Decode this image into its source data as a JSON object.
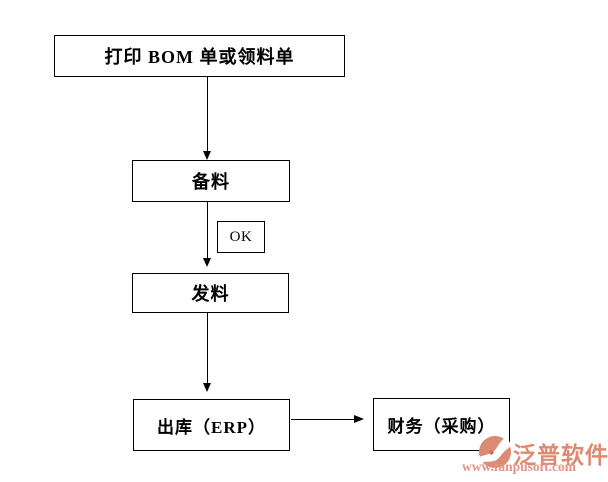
{
  "canvas": {
    "background": "#ffffff",
    "line_color": "#000000"
  },
  "flowchart": {
    "nodes": [
      {
        "id": "print-bom-or-requisition",
        "label": "打印 BOM 单或领料单"
      },
      {
        "id": "prepare-material",
        "label": "备料"
      },
      {
        "id": "ok-condition",
        "label": "OK"
      },
      {
        "id": "issue-material",
        "label": "发料"
      },
      {
        "id": "stock-out-erp",
        "label": "出库（ERP）"
      },
      {
        "id": "finance-purchase",
        "label": "财务（采购）"
      }
    ],
    "edges": [
      {
        "from": "print-bom-or-requisition",
        "to": "prepare-material",
        "direction": "down"
      },
      {
        "from": "prepare-material",
        "to": "issue-material",
        "direction": "down",
        "label": "OK"
      },
      {
        "from": "issue-material",
        "to": "stock-out-erp",
        "direction": "down"
      },
      {
        "from": "stock-out-erp",
        "to": "finance-purchase",
        "direction": "right"
      }
    ]
  },
  "watermark": {
    "brand": "泛普软件",
    "url": "www.fanpusoft.com",
    "brand_color": "#dd8a72",
    "url_color": "#e29485",
    "logo_icon": "fanpu-circle-swoosh-icon"
  }
}
